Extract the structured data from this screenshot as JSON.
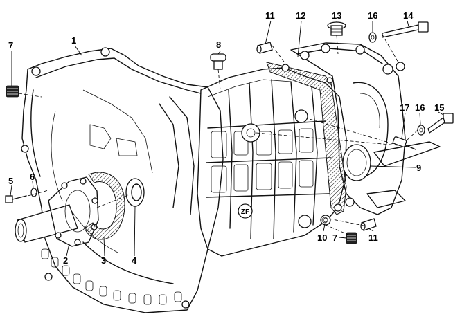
{
  "callouts": [
    {
      "id": "c1",
      "label": "1"
    },
    {
      "id": "c2",
      "label": "2"
    },
    {
      "id": "c3",
      "label": "3"
    },
    {
      "id": "c4",
      "label": "4"
    },
    {
      "id": "c5",
      "label": "5"
    },
    {
      "id": "c6",
      "label": "6"
    },
    {
      "id": "c7a",
      "label": "7"
    },
    {
      "id": "c7b",
      "label": "7"
    },
    {
      "id": "c8",
      "label": "8"
    },
    {
      "id": "c9",
      "label": "9"
    },
    {
      "id": "c10",
      "label": "10"
    },
    {
      "id": "c11a",
      "label": "11"
    },
    {
      "id": "c11b",
      "label": "11"
    },
    {
      "id": "c12",
      "label": "12"
    },
    {
      "id": "c13",
      "label": "13"
    },
    {
      "id": "c14",
      "label": "14"
    },
    {
      "id": "c15",
      "label": "15"
    },
    {
      "id": "c16a",
      "label": "16"
    },
    {
      "id": "c16b",
      "label": "16"
    },
    {
      "id": "c17",
      "label": "17"
    }
  ],
  "badge": "ZF"
}
